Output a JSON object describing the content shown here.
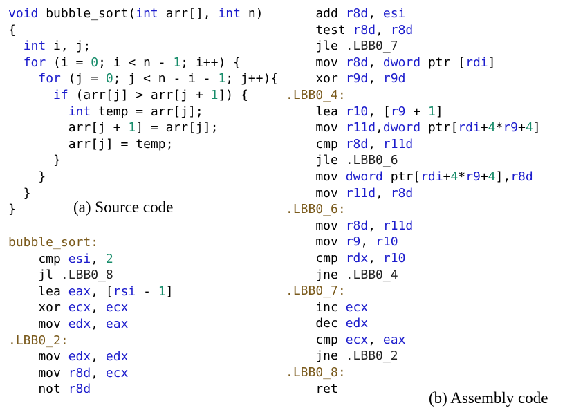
{
  "source_caption": "(a) Source code",
  "asm_caption": "(b) Assembly code",
  "colors": {
    "keyword": "#1c1ccc",
    "register": "#1c1ccc",
    "number": "#178c6a",
    "label": "#7a5a1c",
    "text": "#000000"
  },
  "source_lines": [
    [
      [
        "type",
        "void"
      ],
      [
        "plain",
        " bubble_sort("
      ],
      [
        "type",
        "int"
      ],
      [
        "plain",
        " arr[], "
      ],
      [
        "type",
        "int"
      ],
      [
        "plain",
        " n)"
      ]
    ],
    [
      [
        "plain",
        "{"
      ]
    ],
    [
      [
        "plain",
        "  "
      ],
      [
        "type",
        "int"
      ],
      [
        "plain",
        " i, j;"
      ]
    ],
    [
      [
        "plain",
        "  "
      ],
      [
        "keyword",
        "for"
      ],
      [
        "plain",
        " (i = "
      ],
      [
        "number",
        "0"
      ],
      [
        "plain",
        "; i < n - "
      ],
      [
        "number",
        "1"
      ],
      [
        "plain",
        "; i++) {"
      ]
    ],
    [
      [
        "plain",
        "    "
      ],
      [
        "keyword",
        "for"
      ],
      [
        "plain",
        " (j = "
      ],
      [
        "number",
        "0"
      ],
      [
        "plain",
        "; j < n - i - "
      ],
      [
        "number",
        "1"
      ],
      [
        "plain",
        "; j++){"
      ]
    ],
    [
      [
        "plain",
        "      "
      ],
      [
        "keyword",
        "if"
      ],
      [
        "plain",
        " (arr[j] > arr[j + "
      ],
      [
        "number",
        "1"
      ],
      [
        "plain",
        "]) {"
      ]
    ],
    [
      [
        "plain",
        "        "
      ],
      [
        "type",
        "int"
      ],
      [
        "plain",
        " temp = arr[j];"
      ]
    ],
    [
      [
        "plain",
        "        arr[j + "
      ],
      [
        "number",
        "1"
      ],
      [
        "plain",
        "] = arr[j];"
      ]
    ],
    [
      [
        "plain",
        "        arr[j] = temp;"
      ]
    ],
    [
      [
        "plain",
        "      }"
      ]
    ],
    [
      [
        "plain",
        "    }"
      ]
    ],
    [
      [
        "plain",
        "  }"
      ]
    ],
    [
      [
        "plain",
        "}"
      ]
    ]
  ],
  "asm_left_lines": [
    [
      [
        "label",
        "bubble_sort:"
      ]
    ],
    [
      [
        "plain",
        "    cmp "
      ],
      [
        "reg",
        "esi"
      ],
      [
        "plain",
        ", "
      ],
      [
        "number",
        "2"
      ]
    ],
    [
      [
        "plain",
        "    jl "
      ],
      [
        "ref",
        ".LBB0_8"
      ]
    ],
    [
      [
        "plain",
        "    lea "
      ],
      [
        "reg",
        "eax"
      ],
      [
        "plain",
        ", ["
      ],
      [
        "reg",
        "rsi"
      ],
      [
        "plain",
        " - "
      ],
      [
        "number",
        "1"
      ],
      [
        "plain",
        "]"
      ]
    ],
    [
      [
        "plain",
        "    xor "
      ],
      [
        "reg",
        "ecx"
      ],
      [
        "plain",
        ", "
      ],
      [
        "reg",
        "ecx"
      ]
    ],
    [
      [
        "plain",
        "    mov "
      ],
      [
        "reg",
        "edx"
      ],
      [
        "plain",
        ", "
      ],
      [
        "reg",
        "eax"
      ]
    ],
    [
      [
        "label",
        ".LBB0_2:"
      ]
    ],
    [
      [
        "plain",
        "    mov "
      ],
      [
        "reg",
        "edx"
      ],
      [
        "plain",
        ", "
      ],
      [
        "reg",
        "edx"
      ]
    ],
    [
      [
        "plain",
        "    mov "
      ],
      [
        "reg",
        "r8d"
      ],
      [
        "plain",
        ", "
      ],
      [
        "reg",
        "ecx"
      ]
    ],
    [
      [
        "plain",
        "    not "
      ],
      [
        "reg",
        "r8d"
      ]
    ]
  ],
  "asm_right_lines": [
    [
      [
        "plain",
        "    add "
      ],
      [
        "reg",
        "r8d"
      ],
      [
        "plain",
        ", "
      ],
      [
        "reg",
        "esi"
      ]
    ],
    [
      [
        "plain",
        "    test "
      ],
      [
        "reg",
        "r8d"
      ],
      [
        "plain",
        ", "
      ],
      [
        "reg",
        "r8d"
      ]
    ],
    [
      [
        "plain",
        "    jle "
      ],
      [
        "ref",
        ".LBB0_7"
      ]
    ],
    [
      [
        "plain",
        "    mov "
      ],
      [
        "reg",
        "r8d"
      ],
      [
        "plain",
        ", "
      ],
      [
        "keyword",
        "dword"
      ],
      [
        "plain",
        " ptr ["
      ],
      [
        "reg",
        "rdi"
      ],
      [
        "plain",
        "]"
      ]
    ],
    [
      [
        "plain",
        "    xor "
      ],
      [
        "reg",
        "r9d"
      ],
      [
        "plain",
        ", "
      ],
      [
        "reg",
        "r9d"
      ]
    ],
    [
      [
        "label",
        ".LBB0_4:"
      ]
    ],
    [
      [
        "plain",
        "    lea "
      ],
      [
        "reg",
        "r10"
      ],
      [
        "plain",
        ", ["
      ],
      [
        "reg",
        "r9"
      ],
      [
        "plain",
        " + "
      ],
      [
        "number",
        "1"
      ],
      [
        "plain",
        "]"
      ]
    ],
    [
      [
        "plain",
        "    mov "
      ],
      [
        "reg",
        "r11d"
      ],
      [
        "plain",
        ","
      ],
      [
        "keyword",
        "dword"
      ],
      [
        "plain",
        " ptr["
      ],
      [
        "reg",
        "rdi"
      ],
      [
        "plain",
        "+"
      ],
      [
        "number",
        "4"
      ],
      [
        "plain",
        "*"
      ],
      [
        "reg",
        "r9"
      ],
      [
        "plain",
        "+"
      ],
      [
        "number",
        "4"
      ],
      [
        "plain",
        "]"
      ]
    ],
    [
      [
        "plain",
        "    cmp "
      ],
      [
        "reg",
        "r8d"
      ],
      [
        "plain",
        ", "
      ],
      [
        "reg",
        "r11d"
      ]
    ],
    [
      [
        "plain",
        "    jle "
      ],
      [
        "ref",
        ".LBB0_6"
      ]
    ],
    [
      [
        "plain",
        "    mov "
      ],
      [
        "keyword",
        "dword"
      ],
      [
        "plain",
        " ptr["
      ],
      [
        "reg",
        "rdi"
      ],
      [
        "plain",
        "+"
      ],
      [
        "number",
        "4"
      ],
      [
        "plain",
        "*"
      ],
      [
        "reg",
        "r9"
      ],
      [
        "plain",
        "+"
      ],
      [
        "number",
        "4"
      ],
      [
        "plain",
        "],"
      ],
      [
        "reg",
        "r8d"
      ]
    ],
    [
      [
        "plain",
        "    mov "
      ],
      [
        "reg",
        "r11d"
      ],
      [
        "plain",
        ", "
      ],
      [
        "reg",
        "r8d"
      ]
    ],
    [
      [
        "label",
        ".LBB0_6:"
      ]
    ],
    [
      [
        "plain",
        "    mov "
      ],
      [
        "reg",
        "r8d"
      ],
      [
        "plain",
        ", "
      ],
      [
        "reg",
        "r11d"
      ]
    ],
    [
      [
        "plain",
        "    mov "
      ],
      [
        "reg",
        "r9"
      ],
      [
        "plain",
        ", "
      ],
      [
        "reg",
        "r10"
      ]
    ],
    [
      [
        "plain",
        "    cmp "
      ],
      [
        "reg",
        "rdx"
      ],
      [
        "plain",
        ", "
      ],
      [
        "reg",
        "r10"
      ]
    ],
    [
      [
        "plain",
        "    jne "
      ],
      [
        "ref",
        ".LBB0_4"
      ]
    ],
    [
      [
        "label",
        ".LBB0_7:"
      ]
    ],
    [
      [
        "plain",
        "    inc "
      ],
      [
        "reg",
        "ecx"
      ]
    ],
    [
      [
        "plain",
        "    dec "
      ],
      [
        "reg",
        "edx"
      ]
    ],
    [
      [
        "plain",
        "    cmp "
      ],
      [
        "reg",
        "ecx"
      ],
      [
        "plain",
        ", "
      ],
      [
        "reg",
        "eax"
      ]
    ],
    [
      [
        "plain",
        "    jne "
      ],
      [
        "ref",
        ".LBB0_2"
      ]
    ],
    [
      [
        "label",
        ".LBB0_8:"
      ]
    ],
    [
      [
        "plain",
        "    ret"
      ]
    ]
  ]
}
